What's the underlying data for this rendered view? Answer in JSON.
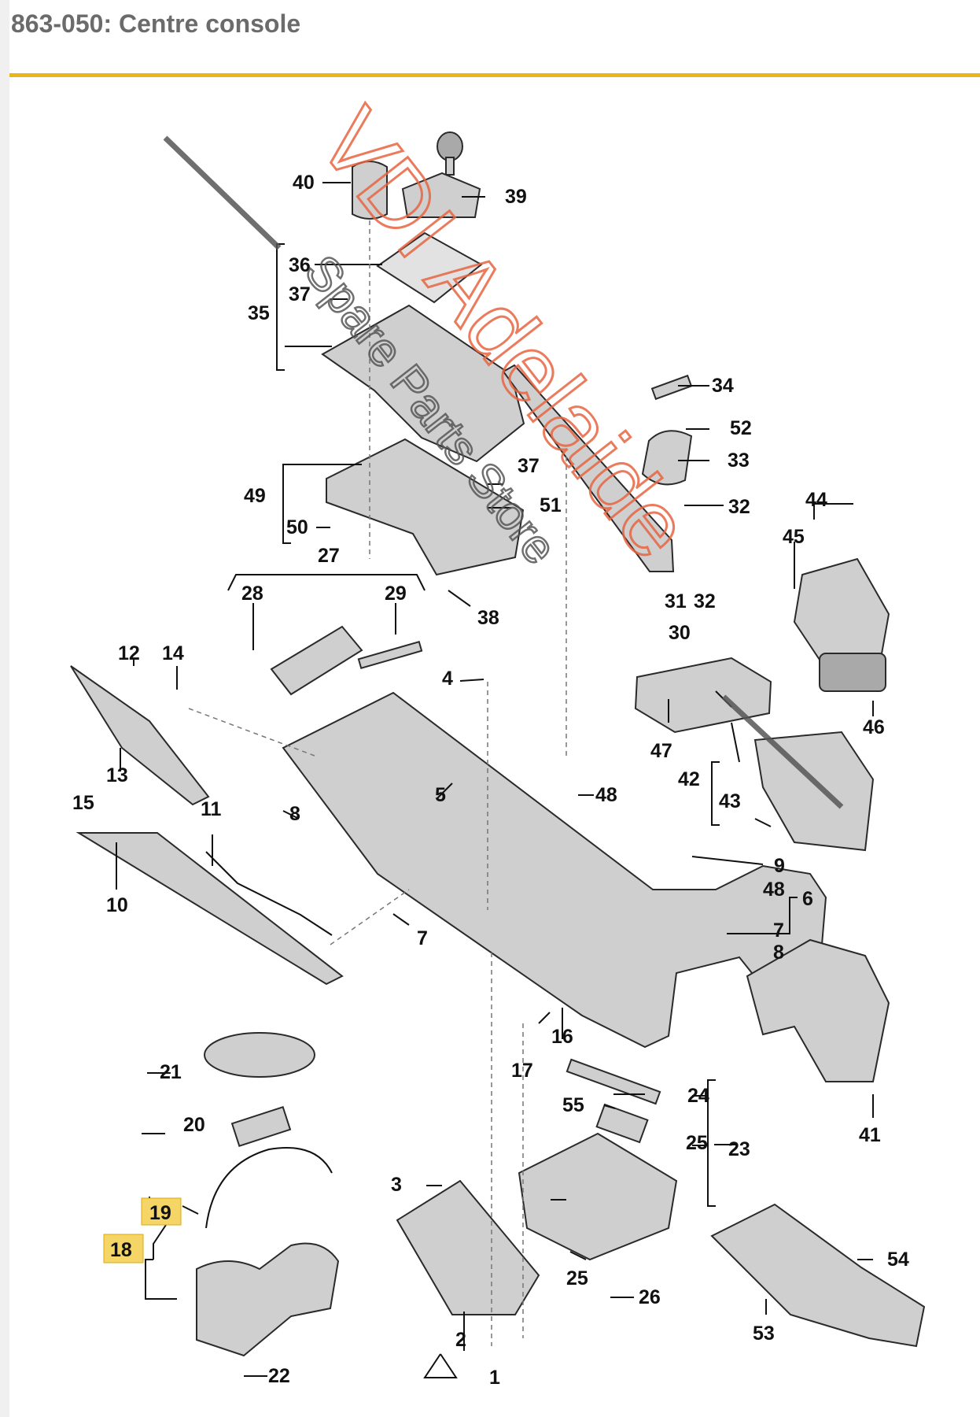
{
  "page": {
    "title": "863-050: Centre console"
  },
  "watermark": {
    "line1": "VDI Adelaide",
    "line2": "Spare Parts Store"
  },
  "colors": {
    "header_rule": "#e8b818",
    "title_text": "#6b6b6b",
    "highlight": "#f5d565",
    "watermark_orange": "#e76540"
  },
  "callouts": {
    "c1": "1",
    "c2": "2",
    "c3": "3",
    "c4": "4",
    "c5": "5",
    "c6": "6",
    "c7": "7",
    "c7b": "7",
    "c8": "8",
    "c8b": "8",
    "c9": "9",
    "c10": "10",
    "c11": "11",
    "c12": "12",
    "c13": "13",
    "c14": "14",
    "c15": "15",
    "c16": "16",
    "c17": "17",
    "c18": "18",
    "c19": "19",
    "c20": "20",
    "c21": "21",
    "c22": "22",
    "c23": "23",
    "c24": "24",
    "c25": "25",
    "c25b": "25",
    "c26": "26",
    "c27": "27",
    "c28": "28",
    "c29": "29",
    "c30": "30",
    "c31": "31",
    "c32": "32",
    "c32b": "32",
    "c33": "33",
    "c34": "34",
    "c35": "35",
    "c36": "36",
    "c37": "37",
    "c37b": "37",
    "c38": "38",
    "c39": "39",
    "c40": "40",
    "c41": "41",
    "c42": "42",
    "c43": "43",
    "c44": "44",
    "c45": "45",
    "c46": "46",
    "c47": "47",
    "c48": "48",
    "c48b": "48",
    "c49": "49",
    "c50": "50",
    "c51": "51",
    "c52": "52",
    "c53": "53",
    "c54": "54",
    "c55": "55"
  }
}
